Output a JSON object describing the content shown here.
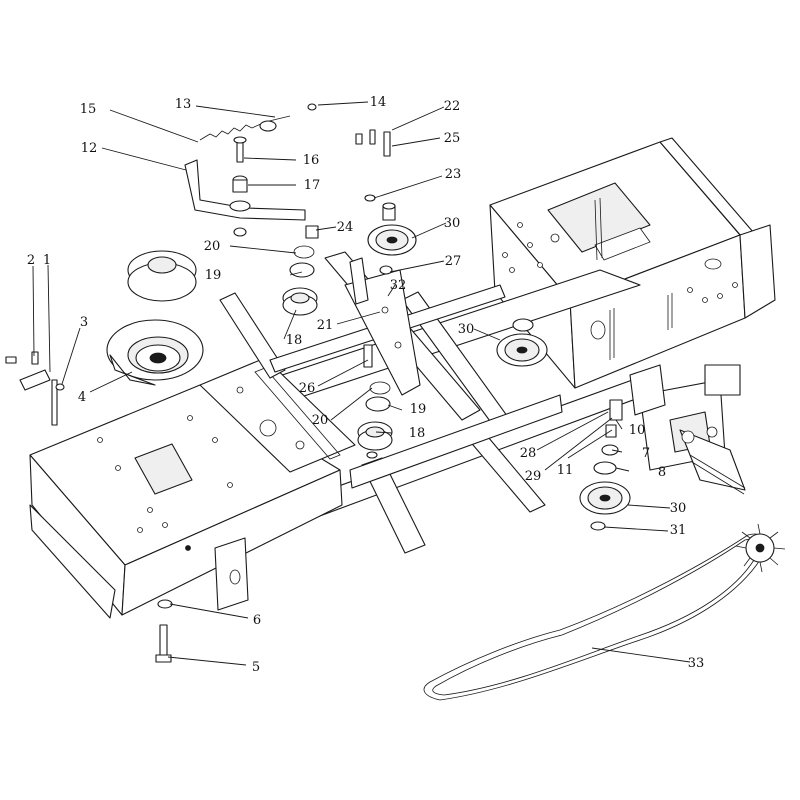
{
  "diagram": {
    "callouts": [
      {
        "id": "c1",
        "label": "1"
      },
      {
        "id": "c2",
        "label": "2"
      },
      {
        "id": "c3",
        "label": "3"
      },
      {
        "id": "c4",
        "label": "4"
      },
      {
        "id": "c5",
        "label": "5"
      },
      {
        "id": "c6",
        "label": "6"
      },
      {
        "id": "c7",
        "label": "7"
      },
      {
        "id": "c8",
        "label": "8"
      },
      {
        "id": "c10",
        "label": "10"
      },
      {
        "id": "c11",
        "label": "11"
      },
      {
        "id": "c12",
        "label": "12"
      },
      {
        "id": "c13",
        "label": "13"
      },
      {
        "id": "c14",
        "label": "14"
      },
      {
        "id": "c15",
        "label": "15"
      },
      {
        "id": "c16",
        "label": "16"
      },
      {
        "id": "c17",
        "label": "17"
      },
      {
        "id": "c18a",
        "label": "18"
      },
      {
        "id": "c18b",
        "label": "18"
      },
      {
        "id": "c19a",
        "label": "19"
      },
      {
        "id": "c19b",
        "label": "19"
      },
      {
        "id": "c20a",
        "label": "20"
      },
      {
        "id": "c20b",
        "label": "20"
      },
      {
        "id": "c21",
        "label": "21"
      },
      {
        "id": "c22",
        "label": "22"
      },
      {
        "id": "c23",
        "label": "23"
      },
      {
        "id": "c24",
        "label": "24"
      },
      {
        "id": "c25",
        "label": "25"
      },
      {
        "id": "c26",
        "label": "26"
      },
      {
        "id": "c27",
        "label": "27"
      },
      {
        "id": "c28",
        "label": "28"
      },
      {
        "id": "c29",
        "label": "29"
      },
      {
        "id": "c30a",
        "label": "30"
      },
      {
        "id": "c30b",
        "label": "30"
      },
      {
        "id": "c30c",
        "label": "30"
      },
      {
        "id": "c31",
        "label": "31"
      },
      {
        "id": "c32",
        "label": "32"
      },
      {
        "id": "c33",
        "label": "33"
      }
    ]
  }
}
